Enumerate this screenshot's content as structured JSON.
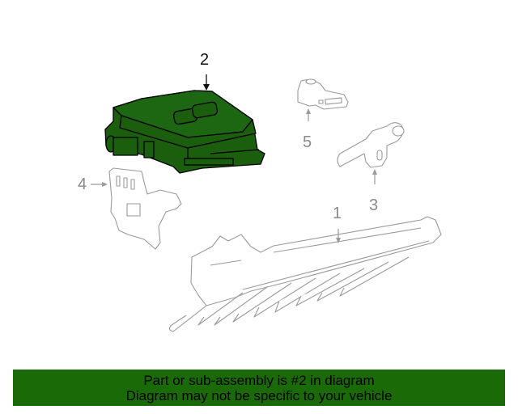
{
  "diagram": {
    "highlight_color": "#1a5e0e",
    "outline_color": "#9a9a9a",
    "callouts": [
      {
        "id": "1",
        "label": "1",
        "part": "fuel-injector-rail",
        "highlighted": false
      },
      {
        "id": "2",
        "label": "2",
        "part": "engine-control-module",
        "highlighted": true
      },
      {
        "id": "3",
        "label": "3",
        "part": "camshaft-position-sensor",
        "highlighted": false
      },
      {
        "id": "4",
        "label": "4",
        "part": "crankshaft-position-sensor",
        "highlighted": false
      },
      {
        "id": "5",
        "label": "5",
        "part": "knock-sensor",
        "highlighted": false
      }
    ]
  },
  "banner": {
    "background": "#1a6a08",
    "line1": "Part or sub-assembly is #2 in diagram",
    "line2": "Diagram may not be specific to your vehicle"
  }
}
